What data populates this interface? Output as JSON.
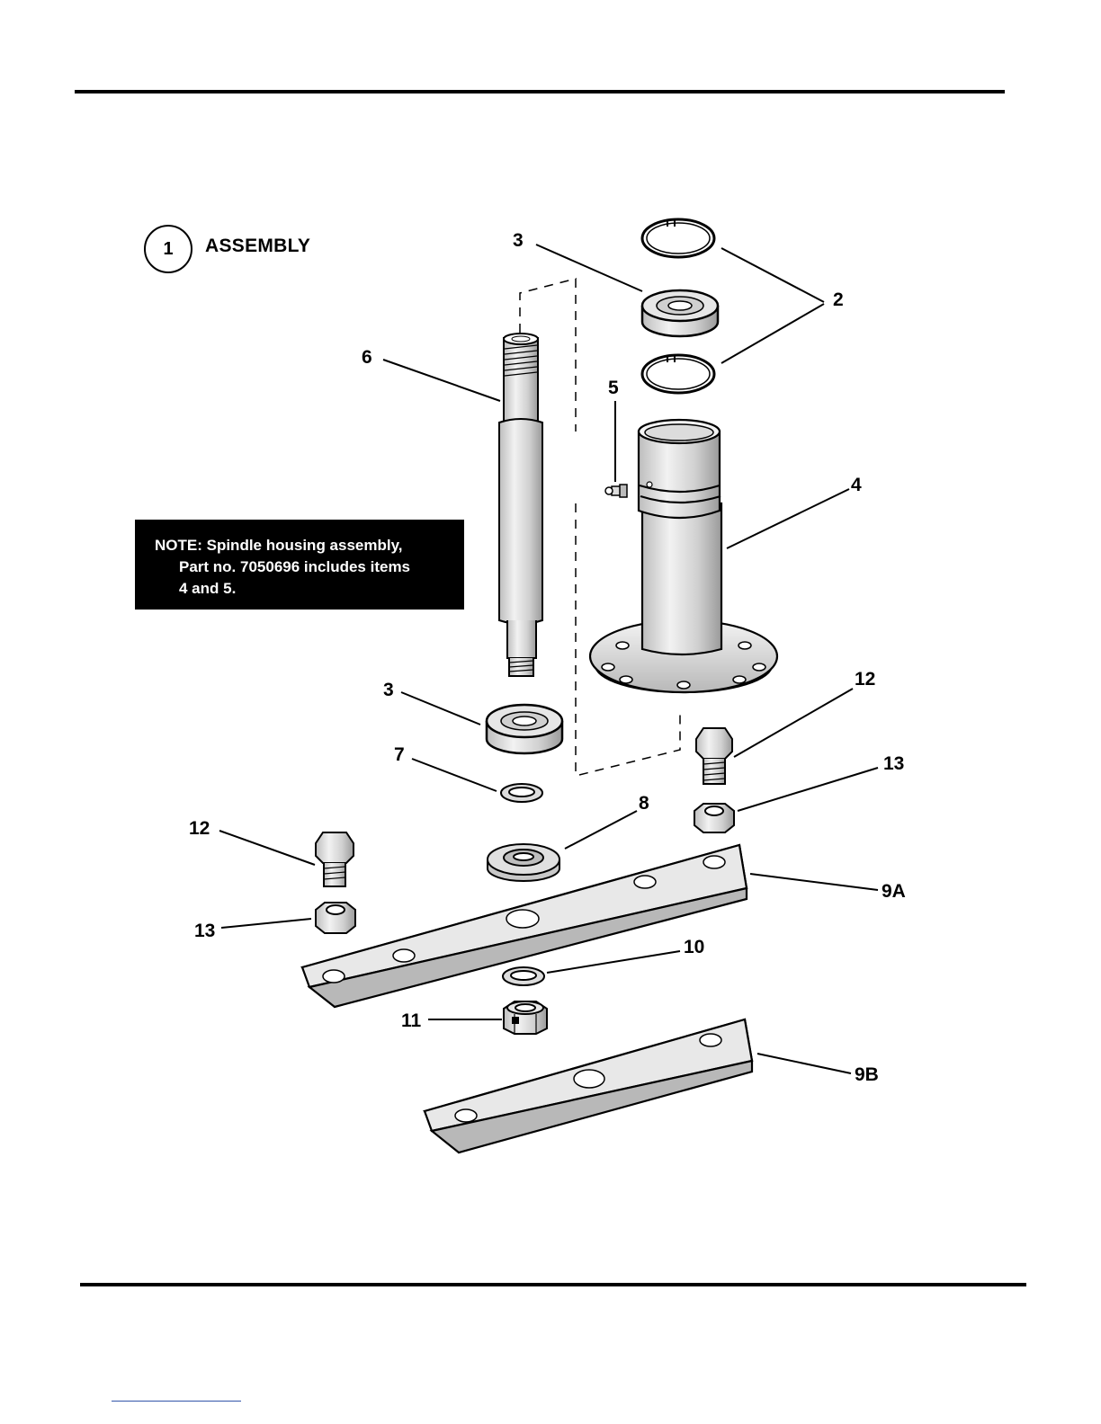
{
  "header": {
    "item_number": "1",
    "title": "ASSEMBLY"
  },
  "note": {
    "line1": "NOTE: Spindle housing assembly,",
    "line2": "Part no. 7050696 includes items",
    "line3": "4 and 5."
  },
  "callouts": {
    "c2": "2",
    "c3_top": "3",
    "c3_bottom": "3",
    "c4": "4",
    "c5": "5",
    "c6": "6",
    "c7": "7",
    "c8": "8",
    "c9a": "9A",
    "c9b": "9B",
    "c10": "10",
    "c11": "11",
    "c12_right": "12",
    "c12_left": "12",
    "c13_right": "13",
    "c13_left": "13"
  }
}
